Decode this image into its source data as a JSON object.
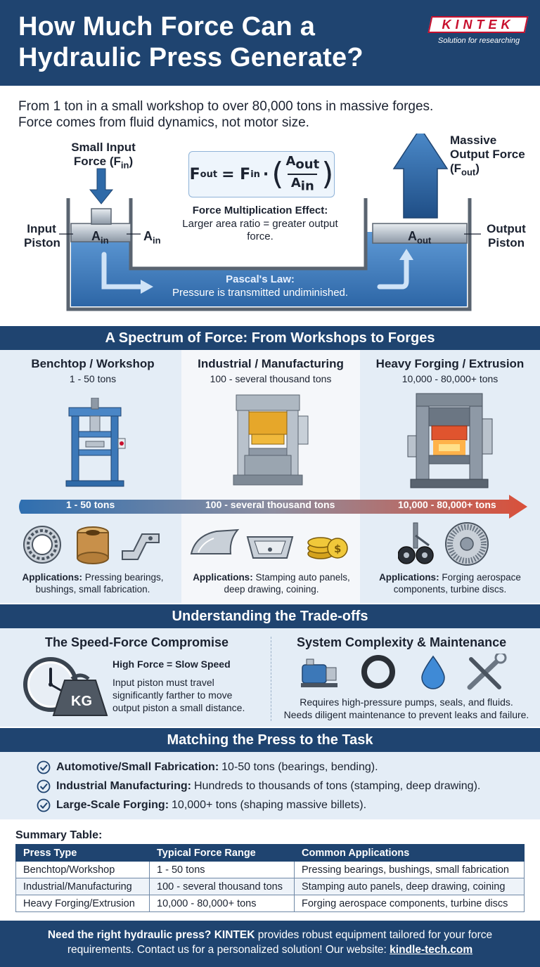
{
  "header": {
    "title": "How Much Force Can a Hydraulic Press Generate?",
    "logo": "KINTEK",
    "tagline": "Solution for researching"
  },
  "intro": {
    "line1": "From 1 ton in a small workshop to over 80,000 tons in massive forges.",
    "line2": "Force comes from fluid dynamics, not motor size."
  },
  "diagram": {
    "input_force_label": "Small Input",
    "input_force_label2": "Force (F",
    "input_force_sub": "in",
    "input_piston_label": "Input",
    "input_piston_label2": "Piston",
    "a_in": "A",
    "a_in_sub": "in",
    "output_force_label": "Massive",
    "output_force_label2": "Output Force",
    "output_force_label3": "(F",
    "output_force_sub": "out",
    "output_piston_label": "Output",
    "output_piston_label2": "Piston",
    "a_out": "A",
    "a_out_sub": "out",
    "formula_lhs": "F",
    "formula_lhs_sub": "out",
    "formula_mid": "= F",
    "formula_mid_sub": "in",
    "formula_dot": "·",
    "formula_num": "A",
    "formula_num_sub": "out",
    "formula_den": "A",
    "formula_den_sub": "in",
    "effect_title": "Force Multiplication Effect:",
    "effect_text": "Larger area ratio = greater output force.",
    "pascal_title": "Pascal's Law:",
    "pascal_text": "Pressure is transmitted undiminished."
  },
  "spectrum": {
    "title": "A Spectrum of Force: From Workshops to Forges",
    "columns": [
      {
        "title": "Benchtop / Workshop",
        "range": "1 - 50 tons",
        "arrow_label": "1 - 50 tons",
        "apps_label": "Applications:",
        "apps": "Pressing bearings, bushings, small fabrication."
      },
      {
        "title": "Industrial / Manufacturing",
        "range": "100 - several thousand tons",
        "arrow_label": "100 - several thousand tons",
        "apps_label": "Applications:",
        "apps": "Stamping auto panels, deep drawing, coining."
      },
      {
        "title": "Heavy Forging / Extrusion",
        "range": "10,000 - 80,000+ tons",
        "arrow_label": "10,000 - 80,000+ tons",
        "apps_label": "Applications:",
        "apps": "Forging aerospace components, turbine discs."
      }
    ]
  },
  "tradeoffs": {
    "title": "Understanding the Trade-offs",
    "left_title": "The Speed-Force Compromise",
    "left_sub": "High Force = Slow Speed",
    "left_text": "Input piston must travel significantly farther to move output piston a small distance.",
    "weight_label": "KG",
    "right_title": "System Complexity & Maintenance",
    "right_text1": "Requires high-pressure pumps, seals, and fluids.",
    "right_text2": "Needs diligent maintenance to prevent leaks and failure."
  },
  "matching": {
    "title": "Matching the Press to the Task",
    "items": [
      {
        "bold": "Automotive/Small Fabrication:",
        "text": "10-50 tons (bearings, bending)."
      },
      {
        "bold": "Industrial Manufacturing:",
        "text": "Hundreds to thousands of tons (stamping, deep drawing)."
      },
      {
        "bold": "Large-Scale Forging:",
        "text": "10,000+ tons (shaping massive billets)."
      }
    ]
  },
  "table": {
    "title": "Summary Table:",
    "headers": [
      "Press Type",
      "Typical Force Range",
      "Common Applications"
    ],
    "rows": [
      [
        "Benchtop/Workshop",
        "1 - 50 tons",
        "Pressing bearings, bushings, small fabrication"
      ],
      [
        "Industrial/Manufacturing",
        "100 - several thousand tons",
        "Stamping auto panels, deep drawing, coining"
      ],
      [
        "Heavy Forging/Extrusion",
        "10,000 - 80,000+ tons",
        "Forging aerospace components, turbine discs"
      ]
    ]
  },
  "footer": {
    "bold1": "Need the right hydraulic press?",
    "brand": "KINTEK",
    "text1": "provides robust equipment tailored for your force requirements. Contact us for a personalized solution! Our website:",
    "link": "kindle-tech.com"
  },
  "colors": {
    "navy": "#1f4470",
    "fluid": "#3f7fc0",
    "arrow_start": "#2f6fb0",
    "arrow_end": "#d9503a",
    "brand_red": "#c8102e"
  }
}
